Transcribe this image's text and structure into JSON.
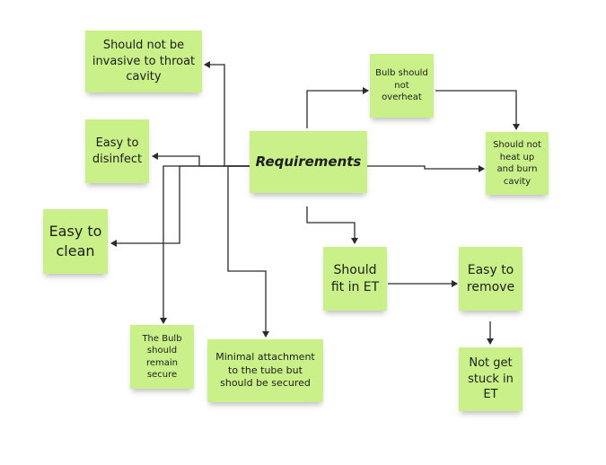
{
  "notes": {
    "requirements": "Requirements",
    "not_invasive": "Should not be invasive to throat cavity",
    "easy_disinfect": "Easy to disinfect",
    "easy_clean": "Easy to clean",
    "bulb_secure": "The Bulb should remain secure",
    "minimal_attachment": "Minimal attachment to the tube but should be secured",
    "bulb_not_overheat": "Bulb should not overheat",
    "not_burn_cavity": "Should not heat up and burn cavity",
    "fit_in_et": "Should fit in ET",
    "easy_remove": "Easy to remove",
    "not_stuck": "Not get stuck in ET"
  },
  "colors": {
    "note_fill": "#c9f089",
    "connector": "#2b2b2b"
  }
}
